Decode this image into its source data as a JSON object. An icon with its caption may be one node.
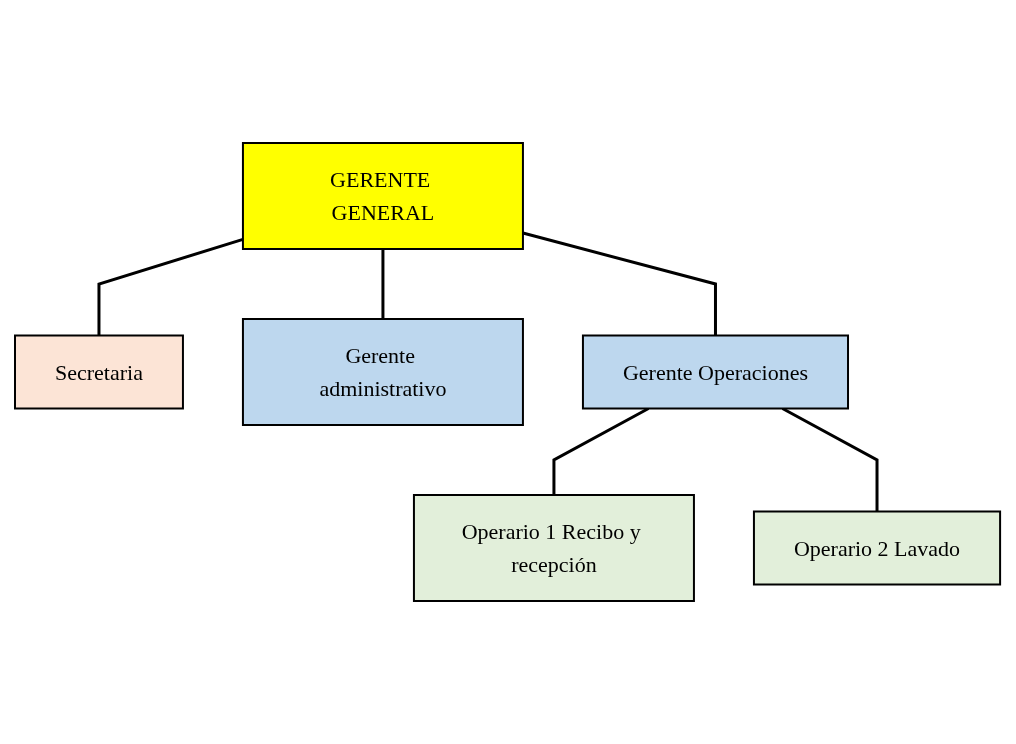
{
  "diagram": {
    "nodes": [
      {
        "text": [
          "GERENTE GENERAL"
        ]
      },
      {
        "text": [
          "Secretaria"
        ]
      },
      {
        "text": [
          "Gerente administrativo"
        ]
      },
      {
        "text": [
          "Gerente Operaciones"
        ]
      },
      {
        "text": [
          "Operario 1 Recibo y recepción"
        ]
      },
      {
        "text": [
          "Operario 2 Lavado"
        ]
      }
    ],
    "edges": [
      {
        "from": 0,
        "to": 1,
        "arrow": "none"
      },
      {
        "from": 0,
        "to": 2,
        "arrow": "none"
      },
      {
        "from": 0,
        "to": 3,
        "arrow": "none"
      },
      {
        "from": 3,
        "to": 4,
        "arrow": "none"
      },
      {
        "from": 3,
        "to": 5,
        "arrow": "none"
      }
    ]
  }
}
